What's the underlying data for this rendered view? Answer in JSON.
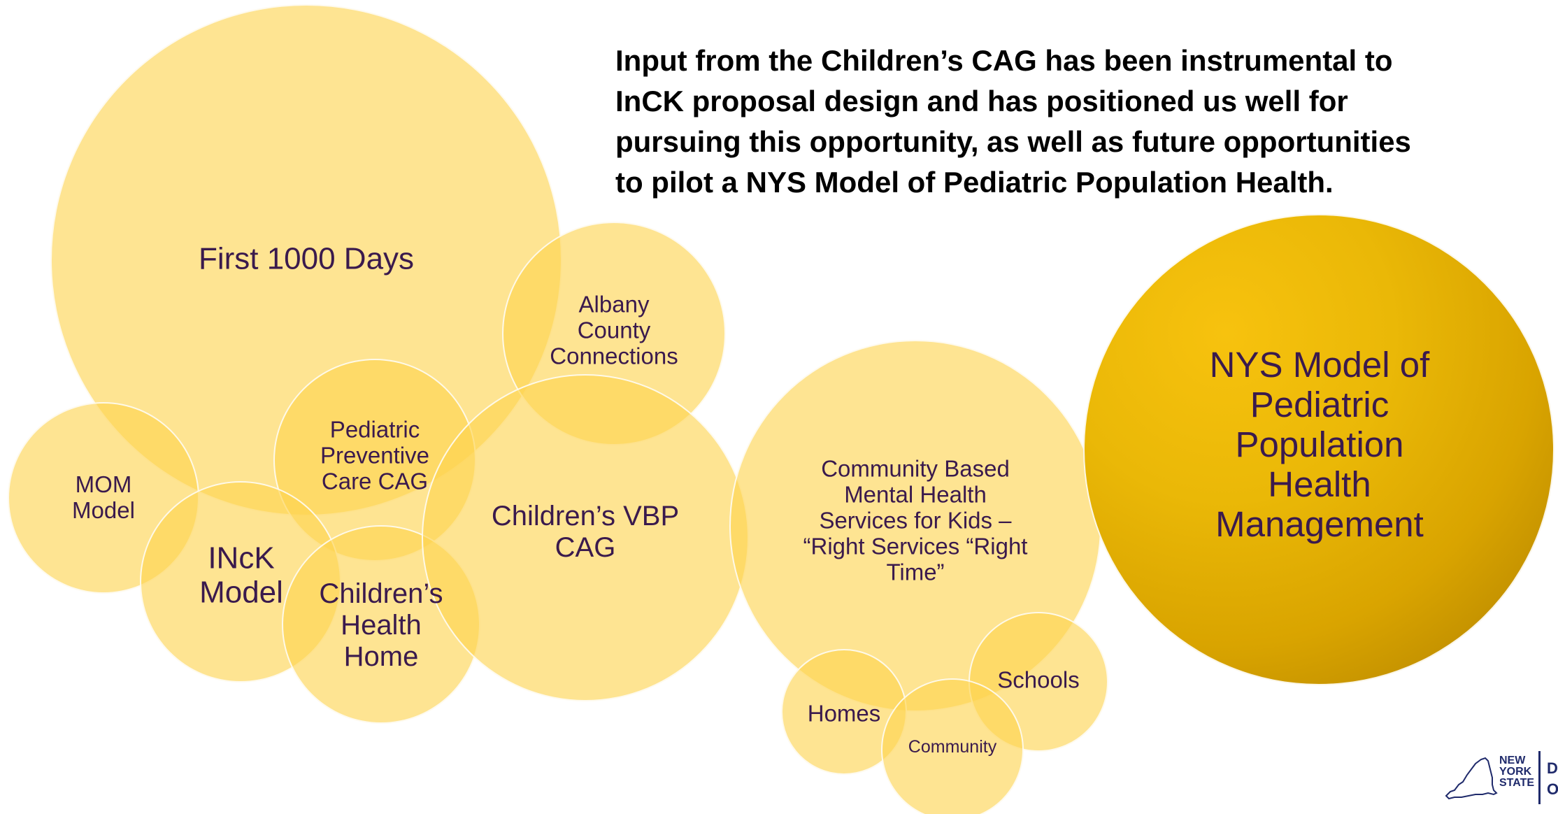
{
  "headline": "Input from the Children’s CAG has been instrumental to\nInCK proposal design and has positioned us well for\npursuing this opportunity, as well as future opportunities\nto pilot a NYS Model of Pediatric Population Health.",
  "bubbles": {
    "first_1000_days": "First 1000 Days",
    "albany": "Albany\nCounty\nConnections",
    "mom_model": "MOM\nModel",
    "pediatric_preventive": "Pediatric\nPreventive\nCare CAG",
    "inck_model": "INcK\nModel",
    "childrens_health_home": "Children’s\nHealth\nHome",
    "childrens_vbp": "Children’s VBP\nCAG",
    "community_mental_health": "Community Based\nMental Health\nServices for Kids –\n“Right Services “Right\nTime”",
    "homes": "Homes",
    "community": "Community",
    "schools": "Schools",
    "nys_model": "NYS Model of\nPediatric\nPopulation Health\nManagement"
  },
  "logo": {
    "state_name": "NEW\nYORK\nSTATE",
    "dept_letters": "D\nO"
  },
  "colors": {
    "bubble_fill": "#fed44f",
    "big_bubble": "#e8b507",
    "label_text": "#3a1a4d",
    "logo": "#1f2a6b"
  }
}
